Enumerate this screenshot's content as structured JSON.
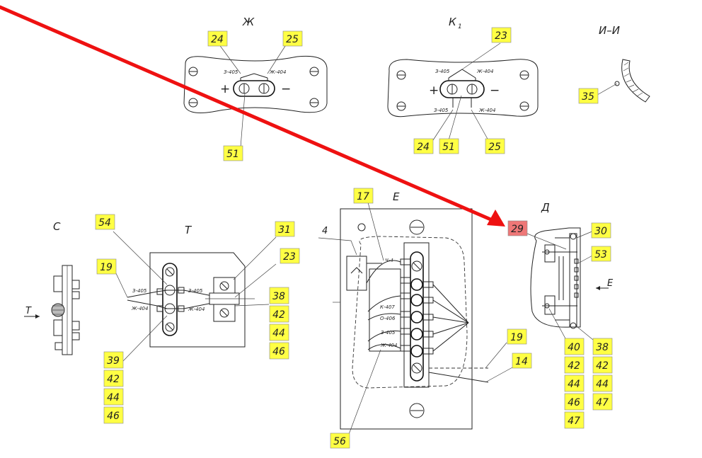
{
  "views": {
    "zh": "Ж",
    "k1": "К",
    "k1_sub": "1",
    "ii": "И–И",
    "c": "С",
    "t": "Т",
    "e": "Е",
    "d": "Д"
  },
  "arrows": {
    "t_arrow": "Т",
    "e_arrow": "Е"
  },
  "signs": {
    "plus": "+",
    "minus": "−"
  },
  "wire_marks": {
    "z405": "З-405",
    "zh404": "Ж-404",
    "z405b": "З-405",
    "zh404b": "Ж-404",
    "ch4": "Ч-4",
    "k407": "К-407",
    "o406": "О-406",
    "z405e": "З-405",
    "zh404e": "Ж-404",
    "t_z405a": "З-405",
    "t_zh404a": "Ж-404",
    "t_z405b": "З-405",
    "t_zh404b": "Ж-404"
  },
  "leader_4": "4",
  "callouts": [
    {
      "id": "c24a",
      "text": "24"
    },
    {
      "id": "c25a",
      "text": "25"
    },
    {
      "id": "c51a",
      "text": "51"
    },
    {
      "id": "c23a",
      "text": "23"
    },
    {
      "id": "c24b",
      "text": "24"
    },
    {
      "id": "c51b",
      "text": "51"
    },
    {
      "id": "c25b",
      "text": "25"
    },
    {
      "id": "c35",
      "text": "35"
    },
    {
      "id": "c54",
      "text": "54"
    },
    {
      "id": "c19a",
      "text": "19"
    },
    {
      "id": "c31",
      "text": "31"
    },
    {
      "id": "c23b",
      "text": "23"
    },
    {
      "id": "c38a",
      "text": "38"
    },
    {
      "id": "c42a",
      "text": "42"
    },
    {
      "id": "c44a",
      "text": "44"
    },
    {
      "id": "c46a",
      "text": "46"
    },
    {
      "id": "c39",
      "text": "39"
    },
    {
      "id": "c42b",
      "text": "42"
    },
    {
      "id": "c44b",
      "text": "44"
    },
    {
      "id": "c46b",
      "text": "46"
    },
    {
      "id": "c17",
      "text": "17"
    },
    {
      "id": "c56",
      "text": "56"
    },
    {
      "id": "c19b",
      "text": "19"
    },
    {
      "id": "c14",
      "text": "14"
    },
    {
      "id": "c29",
      "text": "29"
    },
    {
      "id": "c30",
      "text": "30"
    },
    {
      "id": "c53",
      "text": "53"
    },
    {
      "id": "c40",
      "text": "40"
    },
    {
      "id": "c42c",
      "text": "42"
    },
    {
      "id": "c44c",
      "text": "44"
    },
    {
      "id": "c46c",
      "text": "46"
    },
    {
      "id": "c47a",
      "text": "47"
    },
    {
      "id": "c38b",
      "text": "38"
    },
    {
      "id": "c42d",
      "text": "42"
    },
    {
      "id": "c44d",
      "text": "44"
    },
    {
      "id": "c47b",
      "text": "47"
    }
  ],
  "colors": {
    "callout_fill": "#ffff44",
    "highlight_fill": "#ee7777",
    "pointer_arrow": "#ee1111"
  }
}
